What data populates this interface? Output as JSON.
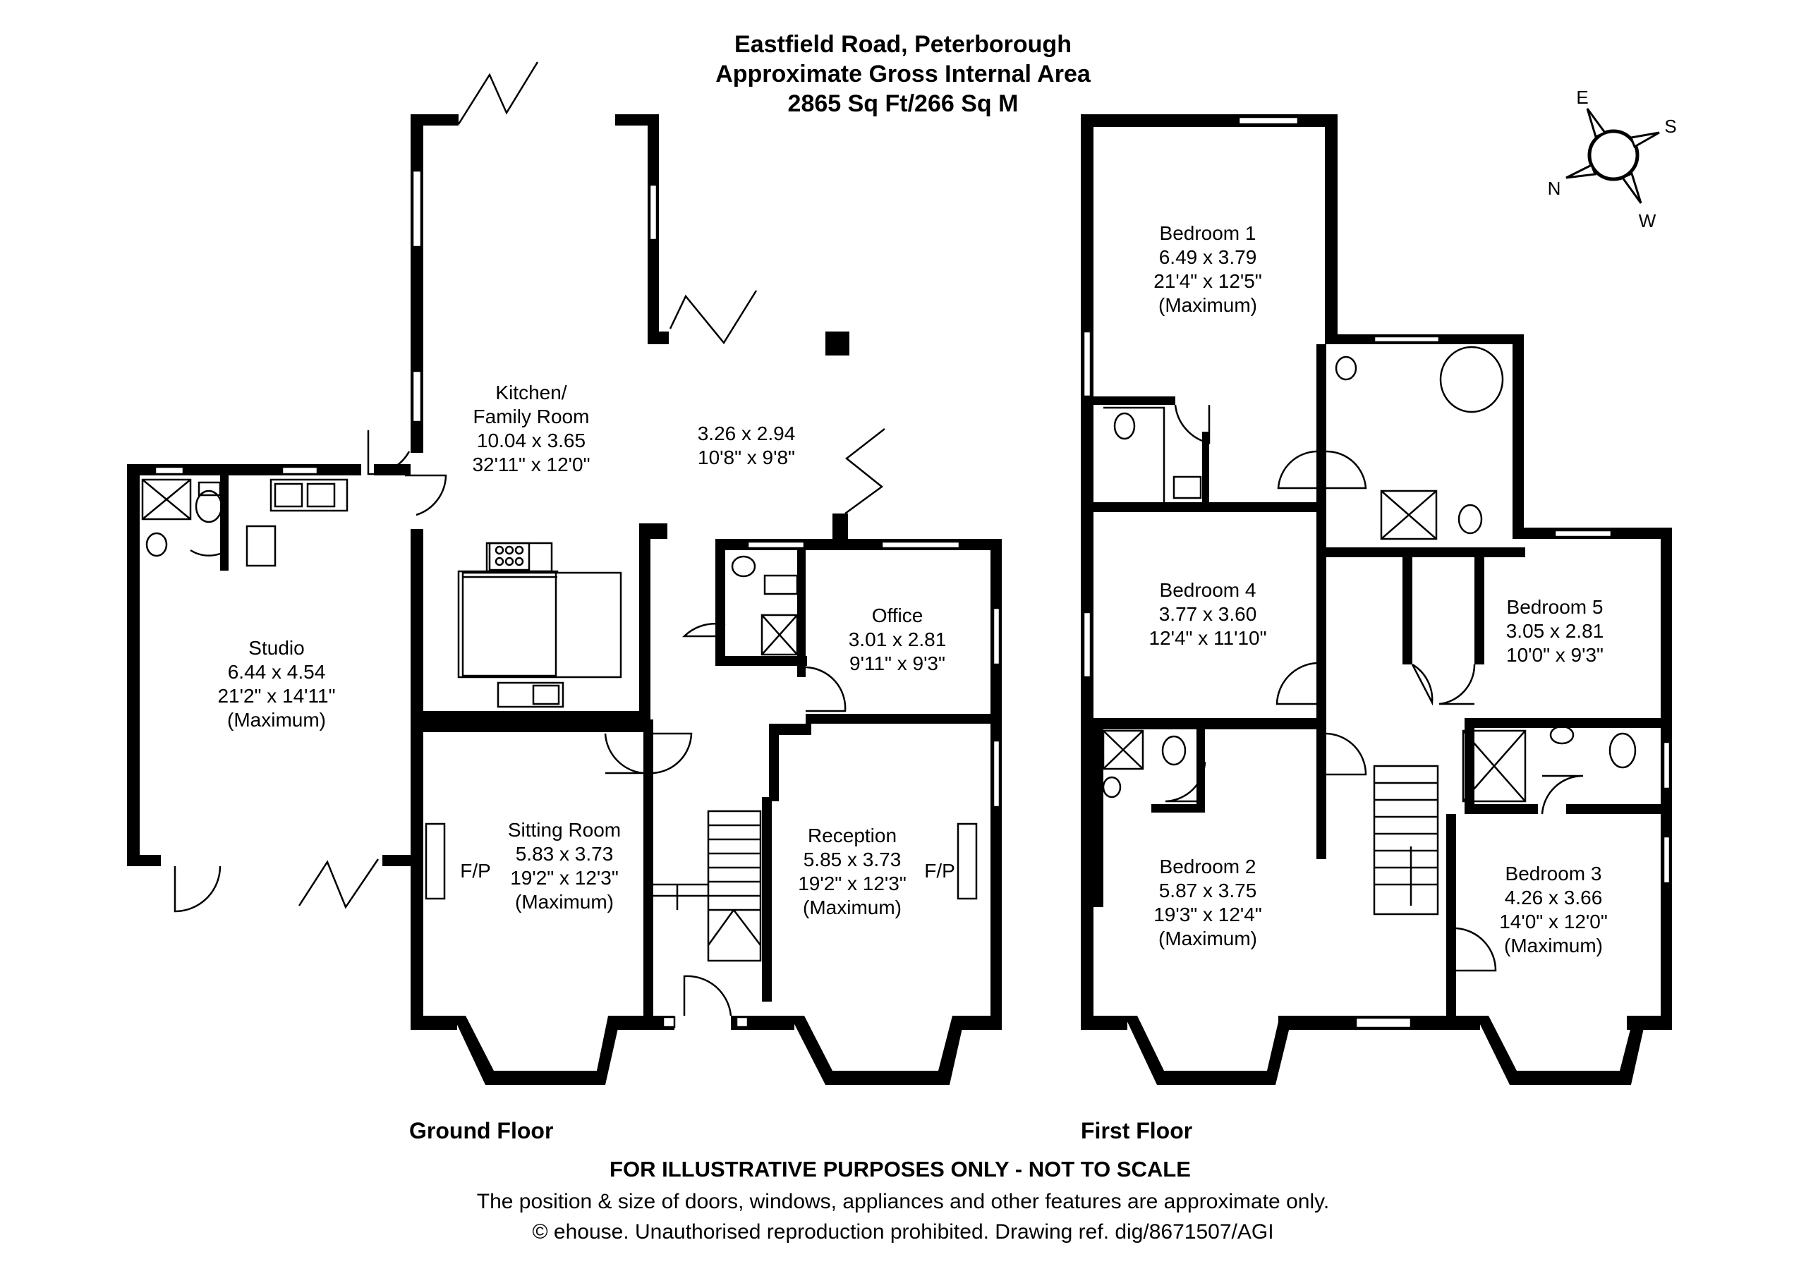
{
  "header": {
    "line1": "Eastfield Road, Peterborough",
    "line2": "Approximate Gross Internal Area",
    "line3": "2865 Sq Ft/266 Sq M"
  },
  "compass": {
    "e": "E",
    "s": "S",
    "n": "N",
    "w": "W"
  },
  "floors": {
    "ground": "Ground Floor",
    "first": "First Floor"
  },
  "rooms": {
    "kitchen": {
      "name1": "Kitchen/",
      "name2": "Family Room",
      "m": "10.04 x 3.65",
      "ft": "32'11\" x 12'0\""
    },
    "dining": {
      "m": "3.26 x 2.94",
      "ft": "10'8\" x 9'8\""
    },
    "studio": {
      "name": "Studio",
      "m": "6.44 x 4.54",
      "ft": "21'2\" x 14'11\"",
      "note": "(Maximum)"
    },
    "office": {
      "name": "Office",
      "m": "3.01 x 2.81",
      "ft": "9'11\" x 9'3\""
    },
    "sitting": {
      "name": "Sitting Room",
      "m": "5.83 x 3.73",
      "ft": "19'2\" x 12'3\"",
      "note": "(Maximum)",
      "fp": "F/P"
    },
    "reception": {
      "name": "Reception",
      "m": "5.85 x 3.73",
      "ft": "19'2\" x 12'3\"",
      "note": "(Maximum)",
      "fp": "F/P"
    },
    "bed1": {
      "name": "Bedroom 1",
      "m": "6.49 x 3.79",
      "ft": "21'4\" x 12'5\"",
      "note": "(Maximum)"
    },
    "bed4": {
      "name": "Bedroom 4",
      "m": "3.77 x 3.60",
      "ft": "12'4\" x 11'10\""
    },
    "bed5": {
      "name": "Bedroom 5",
      "m": "3.05 x 2.81",
      "ft": "10'0\" x 9'3\""
    },
    "bed2": {
      "name": "Bedroom 2",
      "m": "5.87 x 3.75",
      "ft": "19'3\" x 12'4\"",
      "note": "(Maximum)"
    },
    "bed3": {
      "name": "Bedroom 3",
      "m": "4.26 x 3.66",
      "ft": "14'0\" x 12'0\"",
      "note": "(Maximum)"
    }
  },
  "footer": {
    "disclaimer": "FOR ILLUSTRATIVE PURPOSES ONLY - NOT TO SCALE",
    "note": "The position & size of doors, windows, appliances and other features are approximate only.",
    "copyright": "© ehouse. Unauthorised reproduction prohibited. Drawing ref. dig/8671507/AGI"
  }
}
